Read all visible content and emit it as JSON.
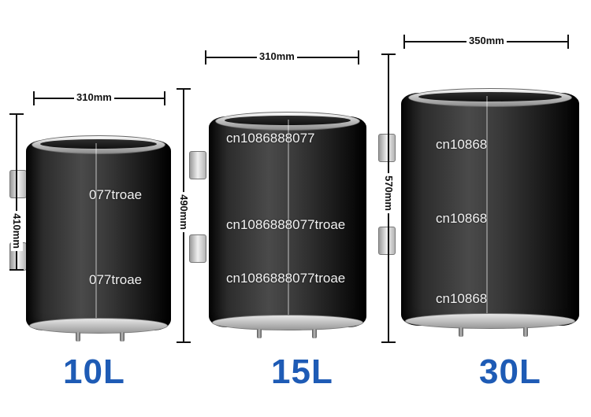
{
  "heaters": [
    {
      "capacity": "10L",
      "width_label": "310mm",
      "height_label": "410mm",
      "watermarks": [
        "077troae",
        "077troae"
      ]
    },
    {
      "capacity": "15L",
      "width_label": "310mm",
      "height_label": "490mm",
      "watermarks": [
        "cn1086888077",
        "cn1086888077troae",
        "cn1086888077troae"
      ]
    },
    {
      "capacity": "30L",
      "width_label": "350mm",
      "height_label": "570mm",
      "watermarks": [
        "cn10868",
        "cn10868",
        "cn10868"
      ]
    }
  ],
  "colors": {
    "capacity_text": "#1e5bb5",
    "dimension_lines": "#111111",
    "tank_body": "#2c2c2c"
  }
}
